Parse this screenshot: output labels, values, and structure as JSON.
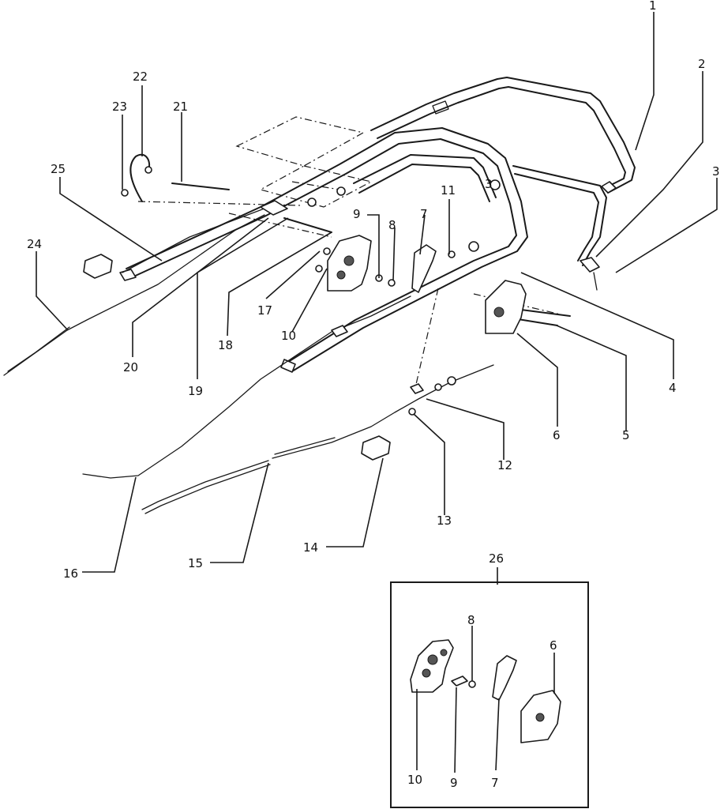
{
  "callouts": {
    "c1": "1",
    "c2": "2",
    "c3a": "3",
    "c3b": "3",
    "c4": "4",
    "c5": "5",
    "c6": "6",
    "c7": "7",
    "c8": "8",
    "c9": "9",
    "c10": "10",
    "c11": "11",
    "c12": "12",
    "c13": "13",
    "c14": "14",
    "c15": "15",
    "c16": "16",
    "c17": "17",
    "c18": "18",
    "c19": "19",
    "c20": "20",
    "c21": "21",
    "c22": "22",
    "c23": "23",
    "c24": "24",
    "c25": "25",
    "c26": "26"
  },
  "inset": {
    "title": "26",
    "c6": "6",
    "c7": "7",
    "c8": "8",
    "c9": "9",
    "c10": "10"
  }
}
